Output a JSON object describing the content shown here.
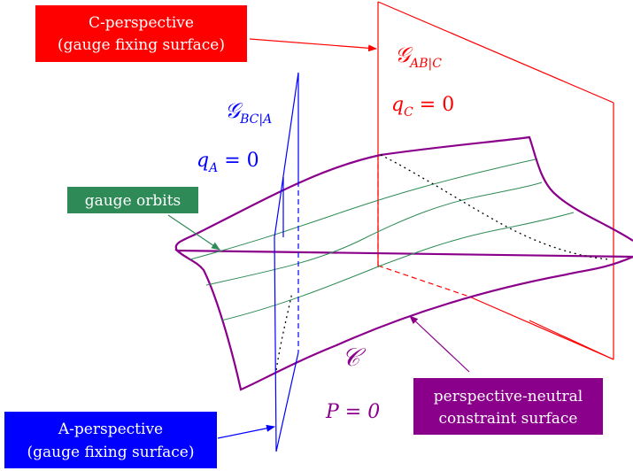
{
  "labels": {
    "c_perspective": {
      "line1": "C-perspective",
      "line2": "(gauge fixing surface)",
      "color": "#ff0000"
    },
    "a_perspective": {
      "line1": "A-perspective",
      "line2": "(gauge fixing surface)",
      "color": "#0000ff"
    },
    "gauge_orbits": {
      "text": "gauge orbits",
      "color": "#2e8b57"
    },
    "constraint_surface": {
      "line1": "perspective-neutral",
      "line2": "constraint surface",
      "color": "#8b008b"
    }
  },
  "math": {
    "g_ab_c": {
      "base": "𝒢",
      "sub": "AB|C",
      "color": "#ff0000"
    },
    "q_c": {
      "base": "q",
      "sub": "C",
      "rest": " = 0",
      "color": "#ff0000"
    },
    "g_bc_a": {
      "base": "𝒢",
      "sub": "BC|A",
      "color": "#0000ff"
    },
    "q_a": {
      "base": "q",
      "sub": "A",
      "rest": " = 0",
      "color": "#0000ff"
    },
    "script_c": {
      "text": "𝒞",
      "color": "#8b008b"
    },
    "p_zero": {
      "text": "P = 0",
      "color": "#8b008b"
    }
  },
  "colors": {
    "red_plane": "#ff0000",
    "blue_plane": "#0000ff",
    "surface": "#8b008b",
    "orbits": "#2e8b57",
    "dotted": "#000000"
  }
}
